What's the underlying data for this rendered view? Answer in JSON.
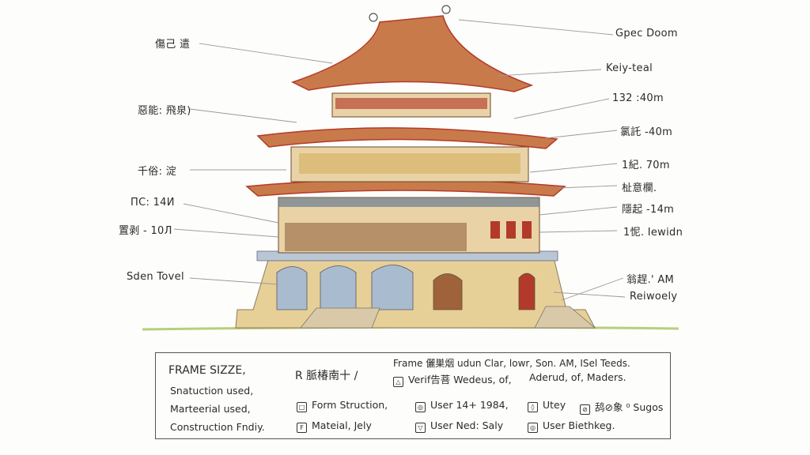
{
  "labels_left": [
    {
      "id": "l1",
      "text": "傷己 遣"
    },
    {
      "id": "l2",
      "text": "惡能: 飛泉)"
    },
    {
      "id": "l3",
      "text": "千俗: 淀"
    },
    {
      "id": "l4",
      "text": "ΠC: 14И"
    },
    {
      "id": "l5",
      "text": "置剥 - 10Л"
    },
    {
      "id": "l6",
      "text": "Sden Tovel"
    }
  ],
  "labels_right": [
    {
      "id": "r1",
      "text": "Gpec Doom"
    },
    {
      "id": "r2",
      "text": "Keiy-teal"
    },
    {
      "id": "r3",
      "text": "132 :40m"
    },
    {
      "id": "r4",
      "text": "氯託 -40m"
    },
    {
      "id": "r5",
      "text": "1紀. 70m"
    },
    {
      "id": "r6",
      "text": "杫意欄."
    },
    {
      "id": "r7",
      "text": "隱起 -14m"
    },
    {
      "id": "r8",
      "text": "1怩. Iewidn"
    },
    {
      "id": "r9",
      "text": "翁趕.' AM"
    },
    {
      "id": "r10",
      "text": "Reiwoely"
    }
  ],
  "legend": {
    "header_line": "Frame 儷巣烟 udun Clar, lowr, Son. AM, ISel Teeds.",
    "left_col": [
      "FRAME SIZZE,",
      "Snatuction used,",
      "Marteerial used,",
      "Construction Fndiy."
    ],
    "mid_title": "R 脈椿南十 /",
    "mid_title_icon": "△",
    "row1_a": "Verif告菩 Wedeus, of,",
    "row1_b": "Aderud, of, Maders.",
    "row2": [
      {
        "icon": "□",
        "text": "Form Struction,"
      },
      {
        "icon": "◎",
        "text": "User 14+ 1984,"
      },
      {
        "icon": "◊",
        "text": "Utey"
      },
      {
        "icon": "⊘",
        "text": "鸹⊘象 ⁰ Sugos"
      }
    ],
    "row3": [
      {
        "icon": "F",
        "text": "Mateial, Jely"
      },
      {
        "icon": "▽",
        "text": "User Ned: Saly"
      },
      {
        "icon": "◎",
        "text": "User Biethkeg."
      }
    ]
  },
  "colors": {
    "roof": "#c97a4a",
    "roof_edge": "#b33a2a",
    "wall": "#e9d3a6",
    "wood": "#8a5a34",
    "base_blue": "#9eb3c8",
    "stone": "#e7cf98",
    "grass": "#b8cf7a",
    "line": "#9a9a9a"
  }
}
